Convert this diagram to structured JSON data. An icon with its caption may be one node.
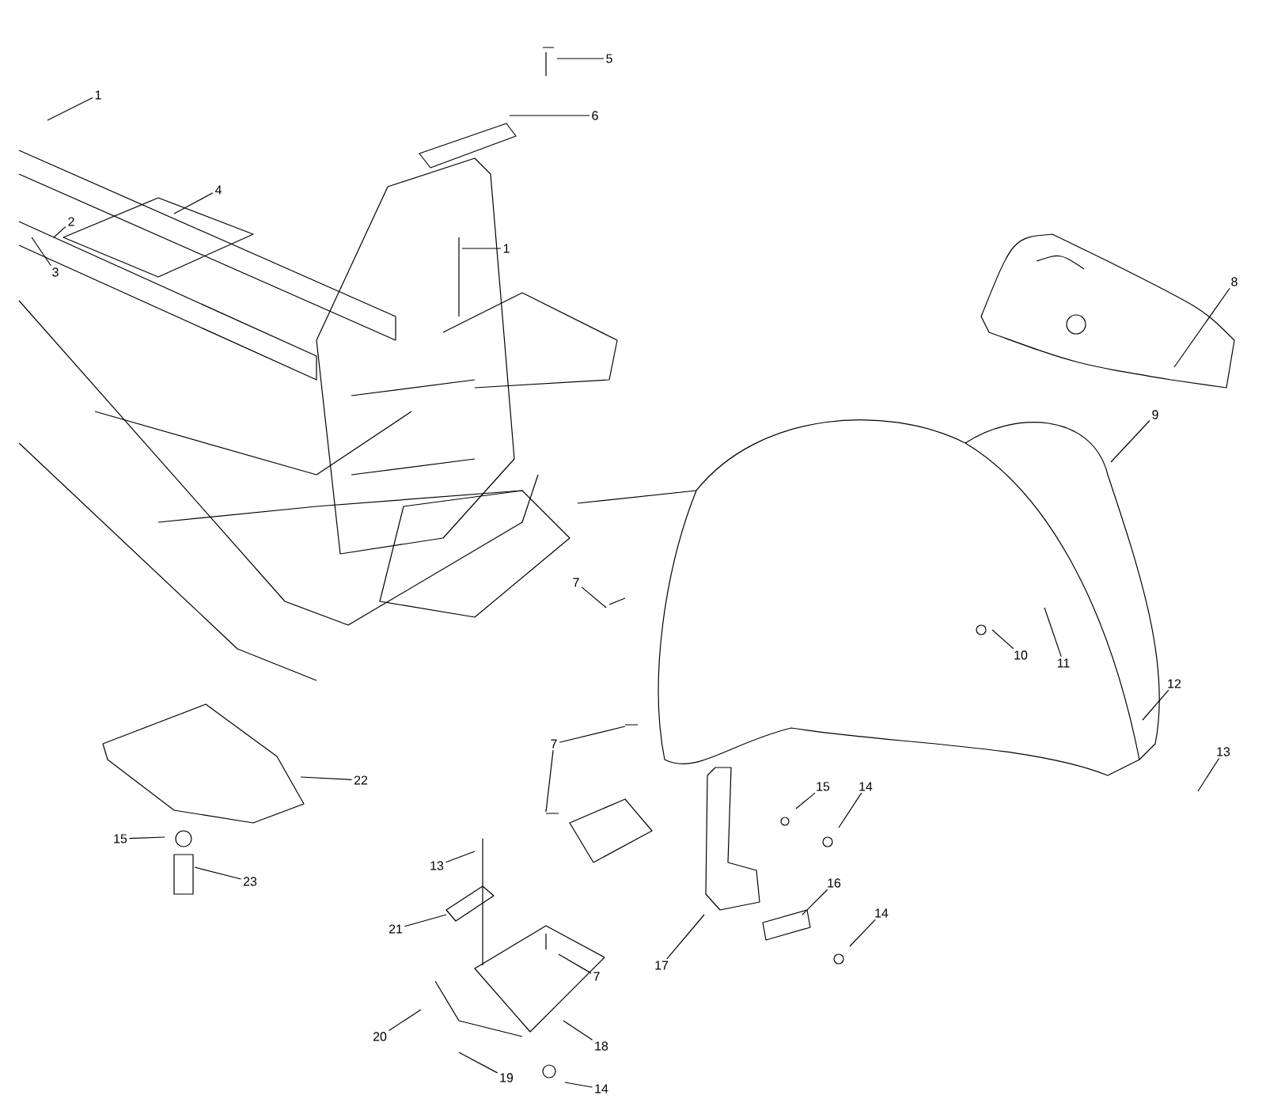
{
  "diagram": {
    "nodes": [
      {
        "text": [
          "1"
        ]
      },
      {
        "text": [
          "2"
        ]
      },
      {
        "text": [
          "3"
        ]
      },
      {
        "text": [
          "4"
        ]
      },
      {
        "text": [
          "5"
        ]
      },
      {
        "text": [
          "6"
        ]
      },
      {
        "text": [
          "1"
        ]
      },
      {
        "text": [
          "8"
        ]
      },
      {
        "text": [
          "9"
        ]
      },
      {
        "text": [
          "7"
        ]
      },
      {
        "text": [
          "10"
        ]
      },
      {
        "text": [
          "11"
        ]
      },
      {
        "text": [
          "12"
        ]
      },
      {
        "text": [
          "13"
        ]
      },
      {
        "text": [
          "7"
        ]
      },
      {
        "text": [
          "15"
        ]
      },
      {
        "text": [
          "14"
        ]
      },
      {
        "text": [
          "16"
        ]
      },
      {
        "text": [
          "14"
        ]
      },
      {
        "text": [
          "17"
        ]
      },
      {
        "text": [
          "7"
        ]
      },
      {
        "text": [
          "18"
        ]
      },
      {
        "text": [
          "14"
        ]
      },
      {
        "text": [
          "22"
        ]
      },
      {
        "text": [
          "15"
        ]
      },
      {
        "text": [
          "23"
        ]
      },
      {
        "text": [
          "13"
        ]
      },
      {
        "text": [
          "21"
        ]
      },
      {
        "text": [
          "20"
        ]
      },
      {
        "text": [
          "19"
        ]
      }
    ],
    "edges": [
      {
        "from": 0,
        "to": null,
        "arrow": "none"
      },
      {
        "from": 1,
        "to": null,
        "arrow": "none"
      },
      {
        "from": 2,
        "to": null,
        "arrow": "none"
      },
      {
        "from": 3,
        "to": null,
        "arrow": "none"
      },
      {
        "from": 4,
        "to": null,
        "arrow": "none"
      },
      {
        "from": 5,
        "to": null,
        "arrow": "none"
      },
      {
        "from": 6,
        "to": null,
        "arrow": "none"
      },
      {
        "from": 7,
        "to": null,
        "arrow": "none"
      },
      {
        "from": 8,
        "to": null,
        "arrow": "none"
      },
      {
        "from": 9,
        "to": null,
        "arrow": "none"
      },
      {
        "from": 10,
        "to": null,
        "arrow": "none"
      },
      {
        "from": 11,
        "to": null,
        "arrow": "none"
      },
      {
        "from": 12,
        "to": null,
        "arrow": "none"
      },
      {
        "from": 13,
        "to": null,
        "arrow": "none"
      },
      {
        "from": 14,
        "to": null,
        "arrow": "none"
      },
      {
        "from": 14,
        "to": null,
        "arrow": "none"
      },
      {
        "from": 15,
        "to": null,
        "arrow": "none"
      },
      {
        "from": 16,
        "to": null,
        "arrow": "none"
      },
      {
        "from": 17,
        "to": null,
        "arrow": "none"
      },
      {
        "from": 18,
        "to": null,
        "arrow": "none"
      },
      {
        "from": 19,
        "to": null,
        "arrow": "none"
      },
      {
        "from": 20,
        "to": null,
        "arrow": "none"
      },
      {
        "from": 21,
        "to": null,
        "arrow": "none"
      },
      {
        "from": 22,
        "to": null,
        "arrow": "none"
      },
      {
        "from": 23,
        "to": null,
        "arrow": "none"
      },
      {
        "from": 24,
        "to": null,
        "arrow": "none"
      },
      {
        "from": 25,
        "to": null,
        "arrow": "none"
      },
      {
        "from": 26,
        "to": null,
        "arrow": "none"
      },
      {
        "from": 27,
        "to": null,
        "arrow": "none"
      },
      {
        "from": 28,
        "to": null,
        "arrow": "none"
      },
      {
        "from": 29,
        "to": null,
        "arrow": "none"
      }
    ]
  }
}
